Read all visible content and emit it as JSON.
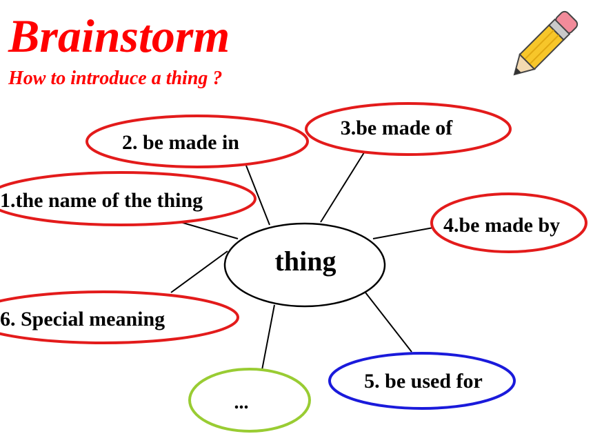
{
  "title": "Brainstorm",
  "subtitle": "How to introduce a thing ?",
  "center": {
    "label": "thing"
  },
  "nodes": [
    {
      "label": "1.the name of the thing",
      "color": "#e31b1b"
    },
    {
      "label": "2. be made in",
      "color": "#e31b1b"
    },
    {
      "label": "3.be made of",
      "color": "#e31b1b"
    },
    {
      "label": "4.be made by",
      "color": "#e31b1b"
    },
    {
      "label": "5. be used for",
      "color": "#1a1adb"
    },
    {
      "label": "6. Special meaning",
      "color": "#e31b1b"
    },
    {
      "label": "...",
      "color": "#99cc33"
    }
  ],
  "decoration": {
    "icon": "pencil-icon"
  }
}
